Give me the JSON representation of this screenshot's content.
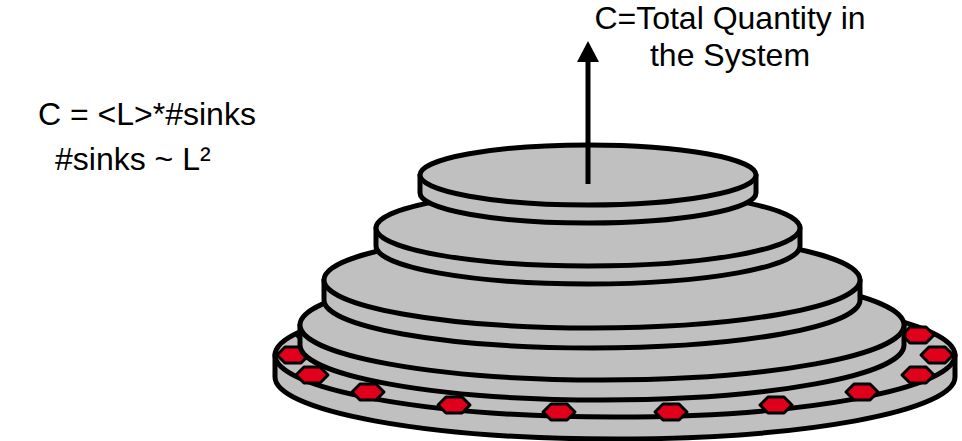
{
  "diagram": {
    "labels": [
      "C=Total Quantity in the System",
      "C = <L>*#sinks",
      "#sinks ~ L²"
    ]
  }
}
